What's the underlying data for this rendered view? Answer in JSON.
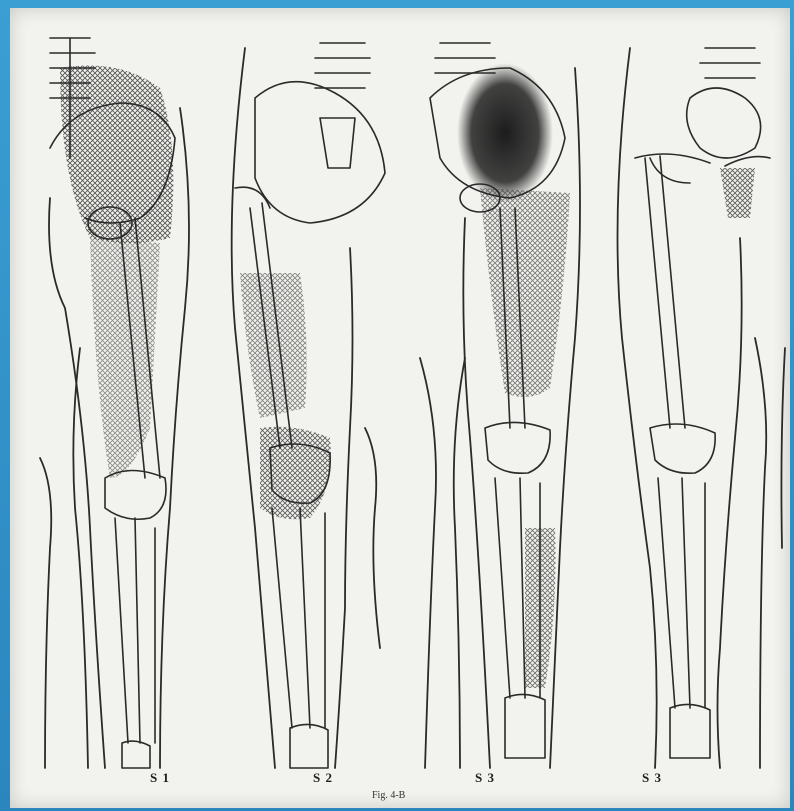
{
  "header_text": "",
  "panels": [
    {
      "label": "S 1"
    },
    {
      "label": "S 2"
    },
    {
      "label": "S 3"
    },
    {
      "label": "S 3"
    }
  ],
  "figure_caption": "Fig. 4-B",
  "colors": {
    "background": "#2b86be",
    "paper": "#f2f2ee",
    "ink": "#2a2a2a",
    "shading_dark": "#222222",
    "shading_light": "#555555"
  }
}
